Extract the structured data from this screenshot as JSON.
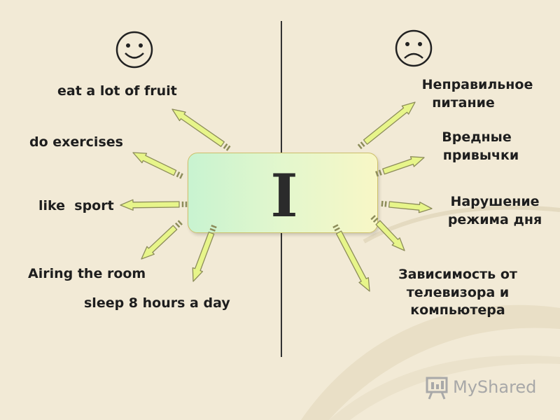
{
  "center": {
    "letter": "I"
  },
  "faces": {
    "left": "smiley-face",
    "right": "sad-face"
  },
  "positive": [
    "eat a lot of fruit",
    "do exercises",
    "like  sport",
    "Airing the room",
    "sleep 8 hours a day"
  ],
  "negative": [
    [
      "Неправильное",
      "питание"
    ],
    [
      "Вредные",
      "привычки"
    ],
    [
      "Нарушение",
      "режима дня"
    ],
    [
      "Зависимость от",
      "телевизора и",
      "компьютера"
    ]
  ],
  "logo": {
    "text": "MyShared",
    "icon": "presentation-board-icon"
  },
  "colors": {
    "background": "#f2ead6",
    "arrow_fill": "#e7f58a",
    "arrow_stroke": "#8c8c5a",
    "box_left": "#c8f3d0",
    "box_right": "#f8f7c6"
  }
}
